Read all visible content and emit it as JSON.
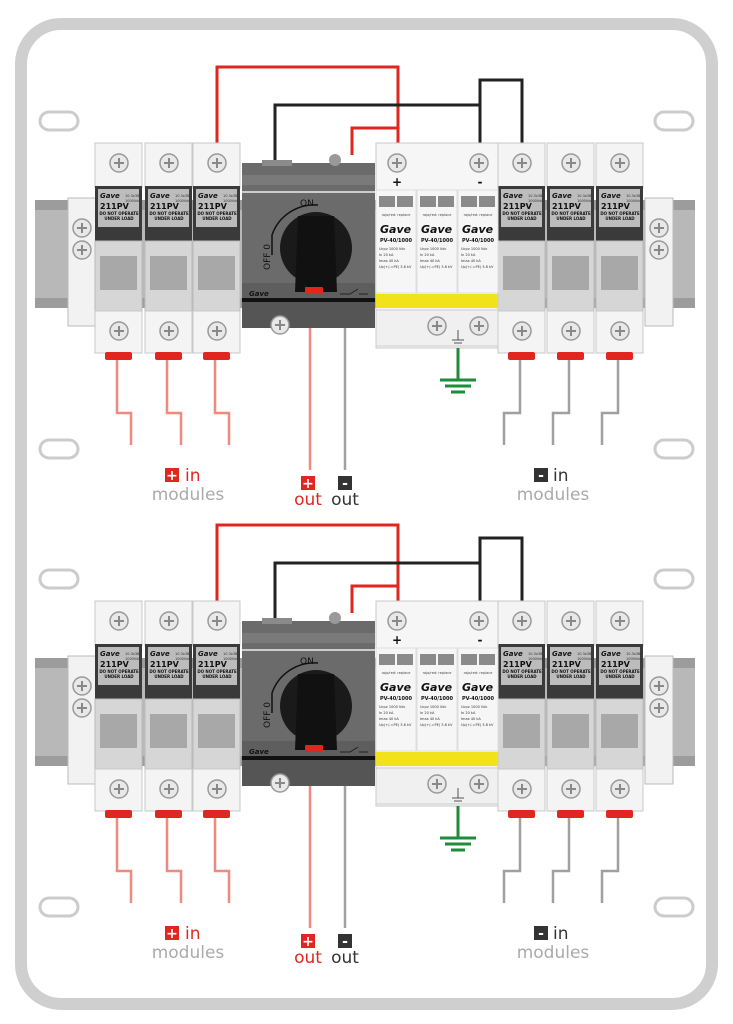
{
  "colors": {
    "positive": "#e0261e",
    "positive_wire": "#f08a80",
    "negative": "#333333",
    "negative_wire": "#a0a0a0",
    "ground": "#1e8c3a",
    "surge_band": "#f2e21a"
  },
  "panels": [
    {
      "fuse": {
        "brand": "Gave",
        "model": "211PV",
        "size": "10.3x38",
        "rating": "1000Vdc",
        "warning_1": "DO NOT OPERATE",
        "warning_2": "UNDER LOAD"
      },
      "switch": {
        "on": "ON",
        "off": "OFF 0",
        "brand": "Gave"
      },
      "spd": {
        "plus": "+",
        "minus": "-",
        "indicator": "rojo/red: replace",
        "brand": "Gave",
        "model": "PV-40/1000",
        "spec_1": "Ucpv 1000 Vdc",
        "spec_2": "In 20 kA",
        "spec_3": "Imax 40 kA",
        "spec_4": "Up(+/-=PE) 3.8 kV"
      },
      "labels": {
        "plus_sign": "+",
        "minus_sign": "-",
        "in_plus": "in",
        "in_minus": "in",
        "modules_left": "modules",
        "modules_right": "modules",
        "out_plus": "out",
        "out_minus": "out"
      }
    },
    {
      "fuse": {
        "brand": "Gave",
        "model": "211PV",
        "size": "10.3x38",
        "rating": "1000Vdc",
        "warning_1": "DO NOT OPERATE",
        "warning_2": "UNDER LOAD"
      },
      "switch": {
        "on": "ON",
        "off": "OFF 0",
        "brand": "Gave"
      },
      "spd": {
        "plus": "+",
        "minus": "-",
        "indicator": "rojo/red: replace",
        "brand": "Gave",
        "model": "PV-40/1000",
        "spec_1": "Ucpv 1000 Vdc",
        "spec_2": "In 20 kA",
        "spec_3": "Imax 40 kA",
        "spec_4": "Up(+/-=PE) 3.8 kV"
      },
      "labels": {
        "plus_sign": "+",
        "minus_sign": "-",
        "in_plus": "in",
        "in_minus": "in",
        "modules_left": "modules",
        "modules_right": "modules",
        "out_plus": "out",
        "out_minus": "out"
      }
    }
  ]
}
